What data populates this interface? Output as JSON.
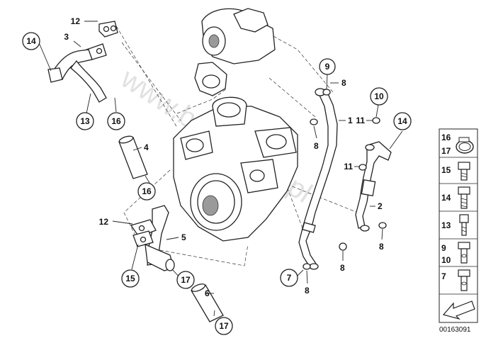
{
  "watermark": "www.bmwstore.pl",
  "diagram_id": "00163091",
  "labels": {
    "n1": "1",
    "n2": "2",
    "n3": "3",
    "n4": "4",
    "n5": "5",
    "n6": "6",
    "n8a": "8",
    "n8b": "8",
    "n8c": "8",
    "n8d": "8",
    "n8e": "8",
    "n11a": "11",
    "n11b": "11",
    "n12a": "12",
    "n12b": "12"
  },
  "callouts": {
    "c14a": "14",
    "c13": "13",
    "c16a": "16",
    "c16b": "16",
    "c15": "15",
    "c17a": "17",
    "c17b": "17",
    "c9": "9",
    "c10": "10",
    "c14b": "14",
    "c7": "7"
  },
  "legend": [
    {
      "numbers": [
        "16",
        "17"
      ],
      "icon": "hose-clamp-icon"
    },
    {
      "numbers": [
        "15"
      ],
      "icon": "hex-bolt-icon"
    },
    {
      "numbers": [
        "14"
      ],
      "icon": "hex-bolt-long-icon"
    },
    {
      "numbers": [
        "13"
      ],
      "icon": "socket-screw-icon"
    },
    {
      "numbers": [
        "9",
        "10"
      ],
      "icon": "banjo-bolt-icon"
    },
    {
      "numbers": [
        "7"
      ],
      "icon": "banjo-bolt-short-icon"
    }
  ],
  "legend_arrow_icon": "direction-arrow-icon"
}
